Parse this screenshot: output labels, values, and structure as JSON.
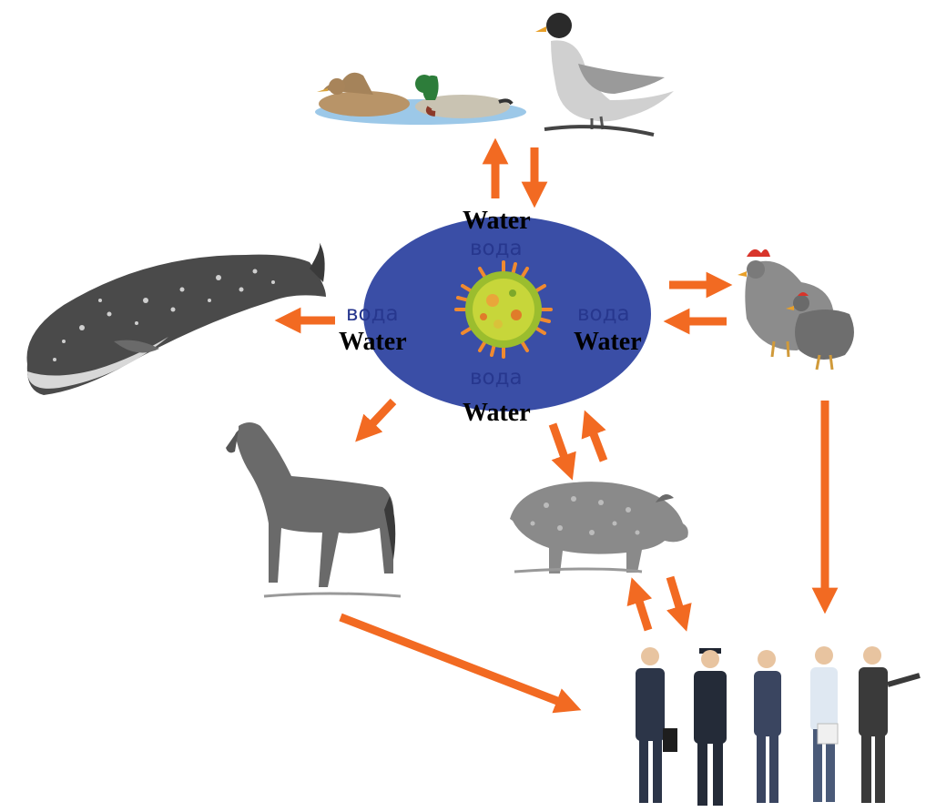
{
  "center": {
    "ellipse_color": "#3a4ea6",
    "icon": "virus-icon",
    "labels": {
      "top_en": "Water",
      "top_ru": "вода",
      "left_ru": "вода",
      "left_en": "Water",
      "right_ru": "вода",
      "right_en": "Water",
      "bottom_ru": "вода",
      "bottom_en": "Water"
    }
  },
  "nodes": [
    {
      "id": "ducks",
      "icon": "ducks-icon"
    },
    {
      "id": "gull",
      "icon": "gull-icon"
    },
    {
      "id": "whale",
      "icon": "whale-icon"
    },
    {
      "id": "chickens",
      "icon": "chickens-icon"
    },
    {
      "id": "horse",
      "icon": "horse-icon"
    },
    {
      "id": "pig",
      "icon": "pig-icon"
    },
    {
      "id": "people",
      "icon": "people-group-icon"
    }
  ],
  "arrow_color": "#f26a22"
}
